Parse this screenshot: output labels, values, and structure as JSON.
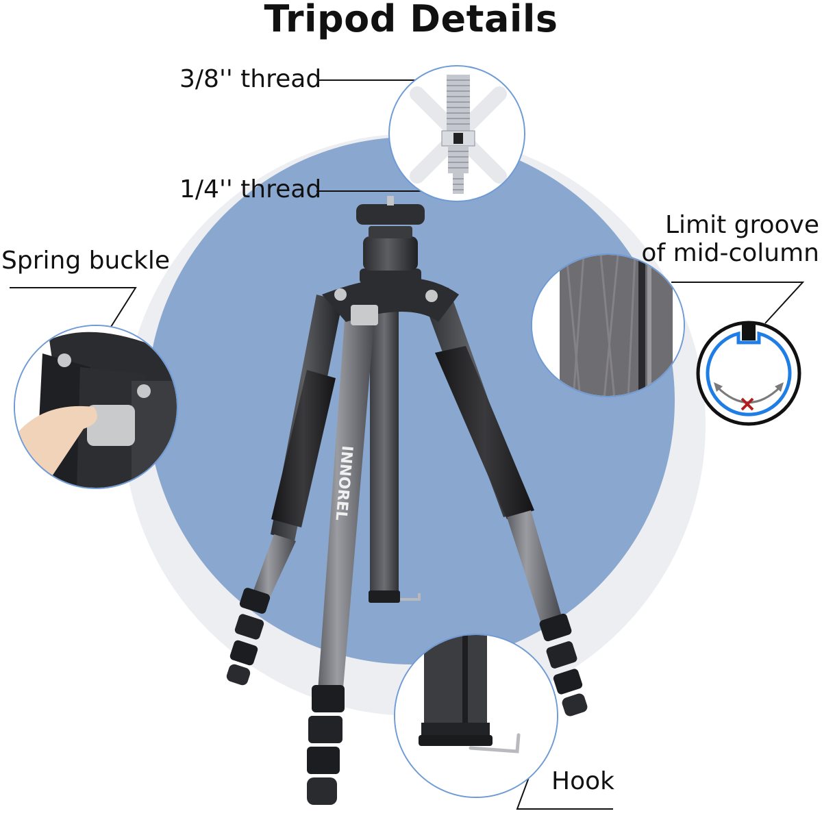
{
  "title": "Tripod Details",
  "colors": {
    "backdrop_circle": "#8aa7cf",
    "backdrop_ring": "#eceef1",
    "detail_circle_border": "#6e9bd6",
    "groove_ring_blue": "#1f7de6",
    "groove_x_red": "#b01e1e",
    "leader_line": "#111111"
  },
  "callouts": {
    "thread_38": {
      "label": "3/8'' thread"
    },
    "thread_14": {
      "label": "1/4'' thread"
    },
    "spring_buckle": {
      "label": "Spring buckle"
    },
    "limit_groove": {
      "line1": "Limit groove",
      "line2": "of mid-column"
    },
    "hook": {
      "label": "Hook"
    }
  },
  "product": {
    "brand_text": "INNOREL",
    "leg_count": 3
  }
}
